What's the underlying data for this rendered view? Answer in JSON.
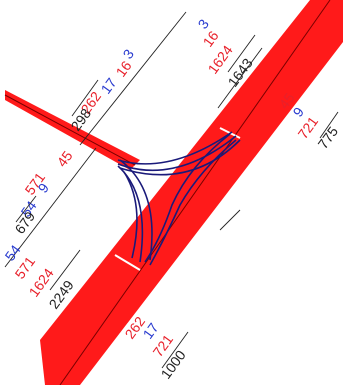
{
  "colors": {
    "road_fill": "#ff1a1a",
    "road_edge": "#b80000",
    "turn_lines": "#1a1a7a",
    "red_label": "#e8202a",
    "blue_label": "#2a3ccf",
    "black_label": "#222222"
  },
  "labels": {
    "ne": {
      "blue": "3",
      "red": "16",
      "red2": "1624",
      "total": "1643"
    },
    "nw": {
      "blue": "3",
      "red": "16",
      "blue2": "17",
      "red2": "262",
      "total": "298"
    },
    "e": {
      "red": "45",
      "blue": "9",
      "red2": "721",
      "total": "775"
    },
    "w": {
      "red": "45",
      "red2": "571",
      "blue": "9",
      "blue2": "54",
      "total": "679"
    },
    "sw": {
      "blue": "54",
      "red": "571",
      "red2": "1624",
      "total": "2249"
    },
    "s": {
      "red": "262",
      "blue": "17",
      "red2": "721",
      "total": "1000"
    }
  }
}
